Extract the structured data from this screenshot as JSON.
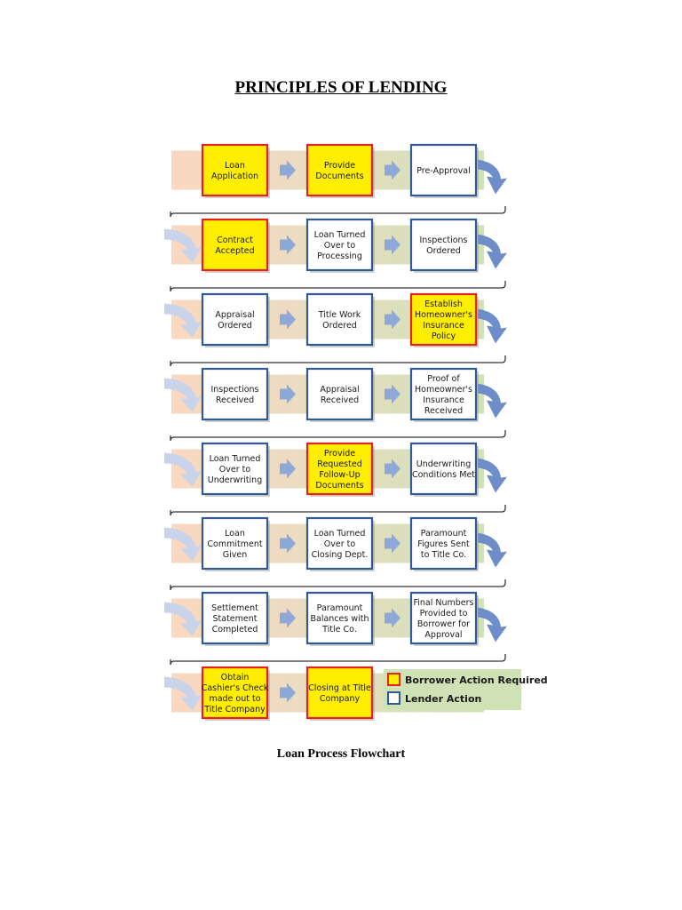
{
  "document": {
    "title": "PRINCIPLES OF LENDING",
    "caption": "Loan Process Flowchart"
  },
  "colors": {
    "borrower_fill": "#ffee00",
    "borrower_border": "#e32219",
    "lender_fill": "#ffffff",
    "lender_border": "#2f5a92",
    "band_orange": "#fbd8bf",
    "band_tan": "#e9dcc2",
    "band_green": "#cfe2b5",
    "arrow": "#8ea9d8",
    "curl": "#6f8dc9",
    "connector": "#333333"
  },
  "flowchart": {
    "rows": [
      [
        {
          "text": [
            "Loan",
            "Application"
          ],
          "role": "borrower"
        },
        {
          "text": [
            "Provide",
            "Documents"
          ],
          "role": "borrower"
        },
        {
          "text": [
            "Pre-Approval"
          ],
          "role": "lender"
        }
      ],
      [
        {
          "text": [
            "Contract",
            "Accepted"
          ],
          "role": "borrower"
        },
        {
          "text": [
            "Loan Turned",
            "Over to",
            "Processing"
          ],
          "role": "lender"
        },
        {
          "text": [
            "Inspections",
            "Ordered"
          ],
          "role": "lender"
        }
      ],
      [
        {
          "text": [
            "Appraisal",
            "Ordered"
          ],
          "role": "lender"
        },
        {
          "text": [
            "Title Work",
            "Ordered"
          ],
          "role": "lender"
        },
        {
          "text": [
            "Establish",
            "Homeowner's",
            "Insurance",
            "Policy"
          ],
          "role": "borrower"
        }
      ],
      [
        {
          "text": [
            "Inspections",
            "Received"
          ],
          "role": "lender"
        },
        {
          "text": [
            "Appraisal",
            "Received"
          ],
          "role": "lender"
        },
        {
          "text": [
            "Proof of",
            "Homeowner's",
            "Insurance",
            "Received"
          ],
          "role": "lender"
        }
      ],
      [
        {
          "text": [
            "Loan Turned",
            "Over to",
            "Underwriting"
          ],
          "role": "lender"
        },
        {
          "text": [
            "Provide",
            "Requested",
            "Follow-Up",
            "Documents"
          ],
          "role": "borrower"
        },
        {
          "text": [
            "Underwriting",
            "Conditions Met"
          ],
          "role": "lender"
        }
      ],
      [
        {
          "text": [
            "Loan",
            "Commitment",
            "Given"
          ],
          "role": "lender"
        },
        {
          "text": [
            "Loan Turned",
            "Over to",
            "Closing Dept."
          ],
          "role": "lender"
        },
        {
          "text": [
            "Paramount",
            "Figures Sent",
            "to Title Co."
          ],
          "role": "lender"
        }
      ],
      [
        {
          "text": [
            "Settlement",
            "Statement",
            "Completed"
          ],
          "role": "lender"
        },
        {
          "text": [
            "Paramount",
            "Balances with",
            "Title Co."
          ],
          "role": "lender"
        },
        {
          "text": [
            "Final Numbers",
            "Provided to",
            "Borrower  for",
            "Approval"
          ],
          "role": "lender"
        }
      ],
      [
        {
          "text": [
            "Obtain",
            "Cashier's Check",
            "made out to",
            "Title Company"
          ],
          "role": "borrower"
        },
        {
          "text": [
            "Closing at Title",
            "Company"
          ],
          "role": "borrower"
        }
      ]
    ],
    "legend": [
      {
        "label": "Borrower Action Required",
        "role": "borrower"
      },
      {
        "label": "Lender Action",
        "role": "lender"
      }
    ]
  }
}
